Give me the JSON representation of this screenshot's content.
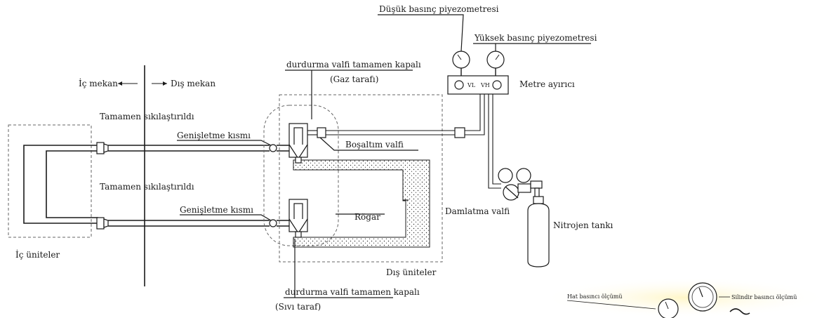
{
  "labels": {
    "dusuk_basinc": "Düşük basınç piyezometresi",
    "yuksek_basinc": "Yüksek basınç piyezometresi",
    "metre_ayirici": "Metre ayırıcı",
    "ic_mekan": "İç mekan",
    "dis_mekan": "Dış mekan",
    "durdurma_gaz_1": "durdurma valfi tamamen kapalı",
    "durdurma_gaz_2": "(Gaz tarafı)",
    "tamamen_1": "Tamamen sıkılaştırıldı",
    "tamamen_2": "Tamamen sıkılaştırıldı",
    "genisletme_1": "Genişletme kısmı",
    "genisletme_2": "Genişletme kısmı",
    "bosaltim": "Boşaltım valfi",
    "rogar": "Rögar",
    "damlatma": "Damlatma valfi",
    "nitrojen": "Nitrojen tankı",
    "ic_uniteler": "İç üniteler",
    "dis_uniteler": "Dış üniteler",
    "durdurma_sivi_1": "durdurma valfi tamamen kapalı",
    "durdurma_sivi_2": "(Sıvı taraf)",
    "vl": "VL",
    "vh": "VH",
    "hat_basinci": "Hat basıncı ölçümü",
    "silindir_basinci": "Silindir basıncı ölçümü"
  }
}
